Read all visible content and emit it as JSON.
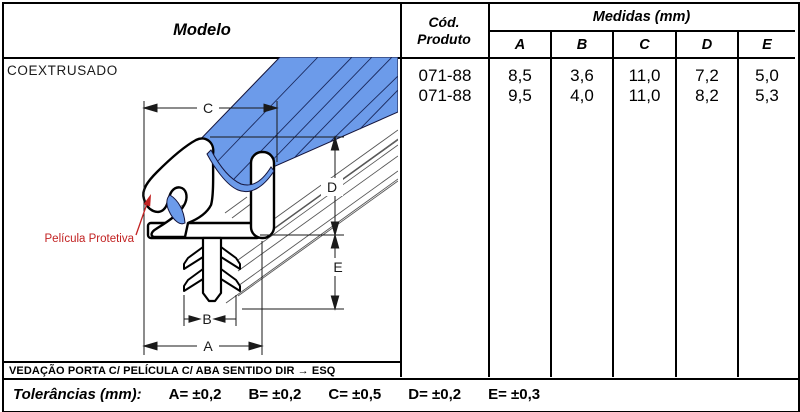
{
  "header": {
    "modelo": "Modelo",
    "cod_line1": "Cód.",
    "cod_line2": "Produto",
    "medidas": "Medidas (mm)",
    "cols": [
      "A",
      "B",
      "C",
      "D",
      "E"
    ]
  },
  "rows": [
    {
      "cod": "071-88",
      "A": "8,5",
      "B": "3,6",
      "C": "11,0",
      "D": "7,2",
      "E": "5,0"
    },
    {
      "cod": "071-88",
      "A": "9,5",
      "B": "4,0",
      "C": "11,0",
      "D": "8,2",
      "E": "5,3"
    }
  ],
  "drawing": {
    "label": "COEXTRUSADO",
    "film_label": "Película Protetiva",
    "film_color": "#6C9BEA",
    "label_color": "#C22222",
    "caption": "VEDAÇÃO PORTA C/ PELÍCULA C/ ABA SENTIDO DIR → ESQ",
    "dims": {
      "a": "A",
      "b": "B",
      "c": "C",
      "d": "D",
      "e": "E"
    }
  },
  "footer": {
    "title": "Tolerâncias (mm):",
    "items": [
      "A= ±0,2",
      "B= ±0,2",
      "C= ±0,5",
      "D= ±0,2",
      "E= ±0,3"
    ]
  }
}
